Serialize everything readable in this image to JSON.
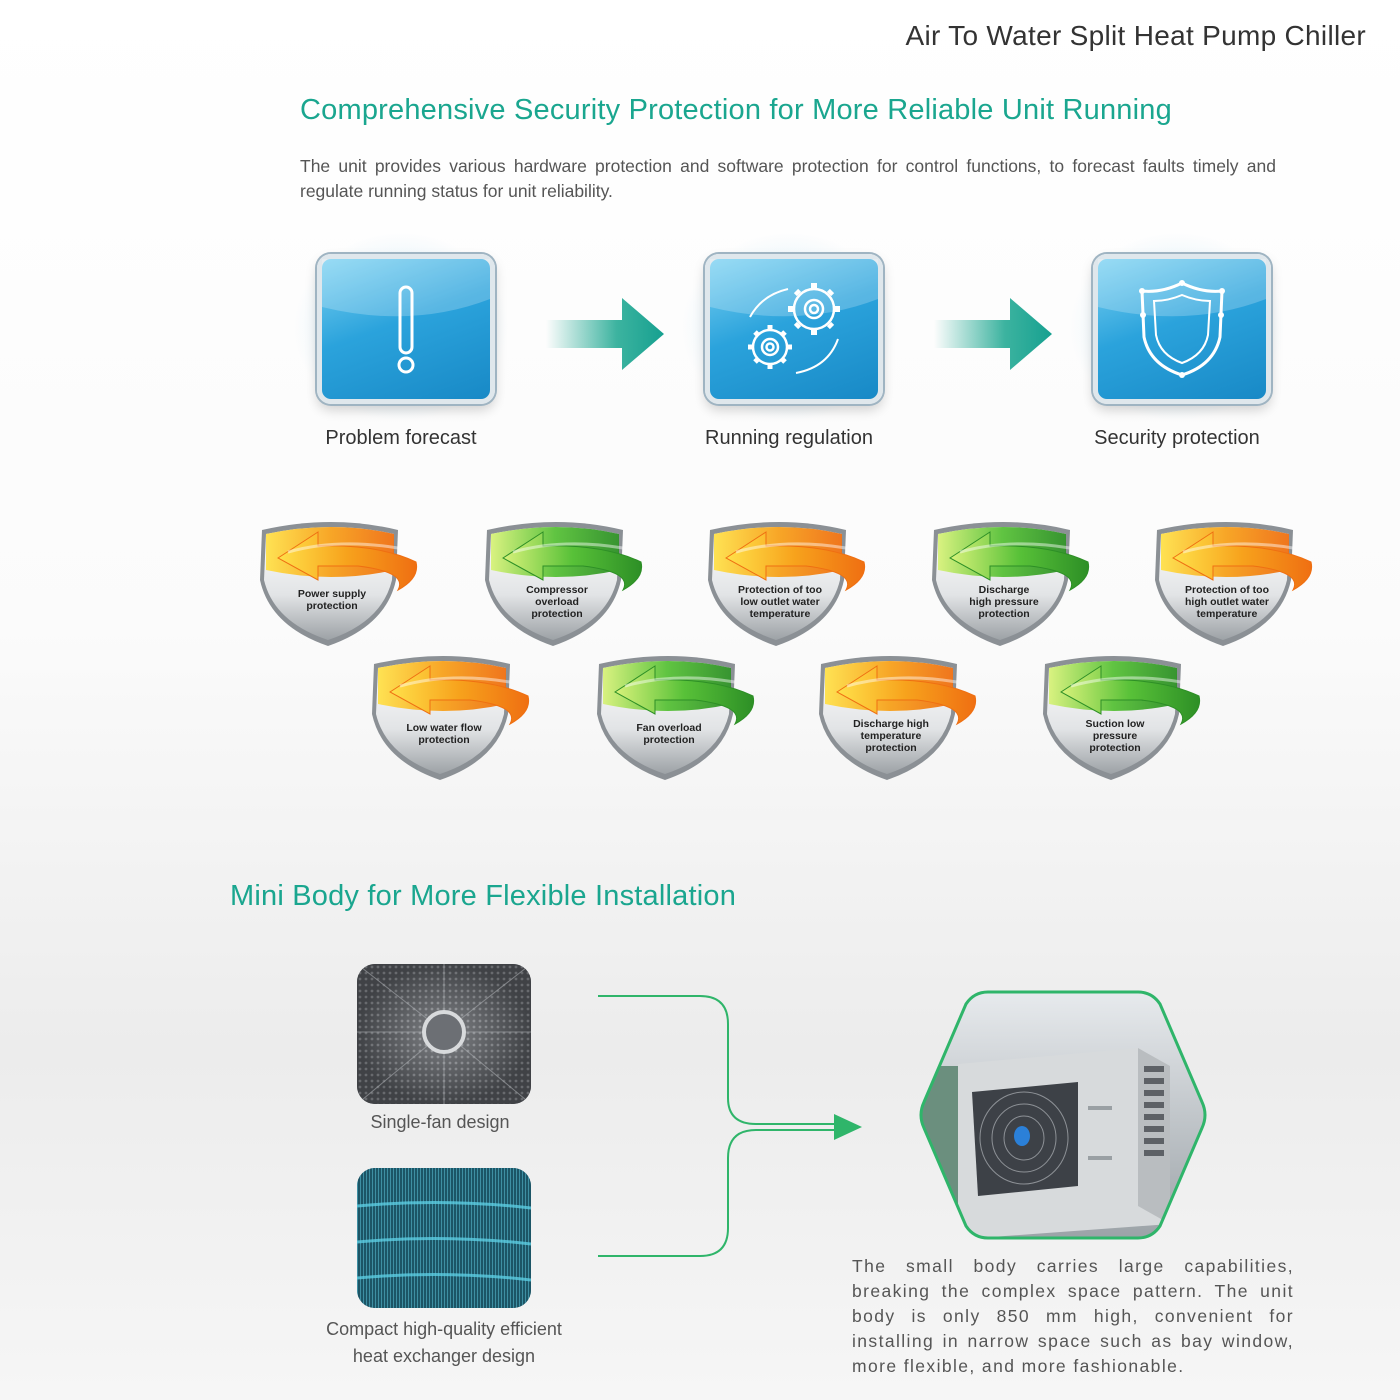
{
  "header": {
    "title": "Air To Water Split Heat Pump Chiller"
  },
  "security": {
    "title": "Comprehensive Security Protection for More Reliable Unit Running",
    "intro": "The unit provides various hardware protection and software protection for control functions, to forecast faults timely and regulate running status for unit reliability.",
    "steps": [
      {
        "label": "Problem forecast",
        "icon": "exclamation-icon"
      },
      {
        "label": "Running regulation",
        "icon": "gears-icon"
      },
      {
        "label": "Security protection",
        "icon": "shield-icon"
      }
    ],
    "protections_row1": [
      {
        "line1": "Power supply",
        "line2": "protection",
        "line3": "",
        "color": "orange"
      },
      {
        "line1": "Compressor",
        "line2": "overload",
        "line3": "protection",
        "color": "green"
      },
      {
        "line1": "Protection of too",
        "line2": "low outlet water",
        "line3": "temperature",
        "color": "orange"
      },
      {
        "line1": "Discharge",
        "line2": "high pressure",
        "line3": "protection",
        "color": "green"
      },
      {
        "line1": "Protection of too",
        "line2": "high outlet water",
        "line3": "temperature",
        "color": "orange"
      }
    ],
    "protections_row2": [
      {
        "line1": "Low water flow",
        "line2": "protection",
        "line3": "",
        "color": "orange"
      },
      {
        "line1": "Fan overload",
        "line2": "protection",
        "line3": "",
        "color": "green"
      },
      {
        "line1": "Discharge high",
        "line2": "temperature",
        "line3": "protection",
        "color": "orange"
      },
      {
        "line1": "Suction low",
        "line2": "pressure",
        "line3": "protection",
        "color": "green"
      }
    ]
  },
  "mini_body": {
    "title": "Mini Body for More Flexible Installation",
    "fan_caption": "Single-fan design",
    "exchanger_caption_line1": "Compact high-quality efficient",
    "exchanger_caption_line2": "heat exchanger design",
    "description": "The small body carries large capabilities, breaking the complex space pattern. The unit body is only 850 mm high, convenient for installing in narrow space such as bay window, more flexible, and more fashionable."
  },
  "colors": {
    "accent": "#1aa68f",
    "orange": "#f39a1d",
    "green": "#4fb83a",
    "step_blue": "#2ba3dc"
  }
}
